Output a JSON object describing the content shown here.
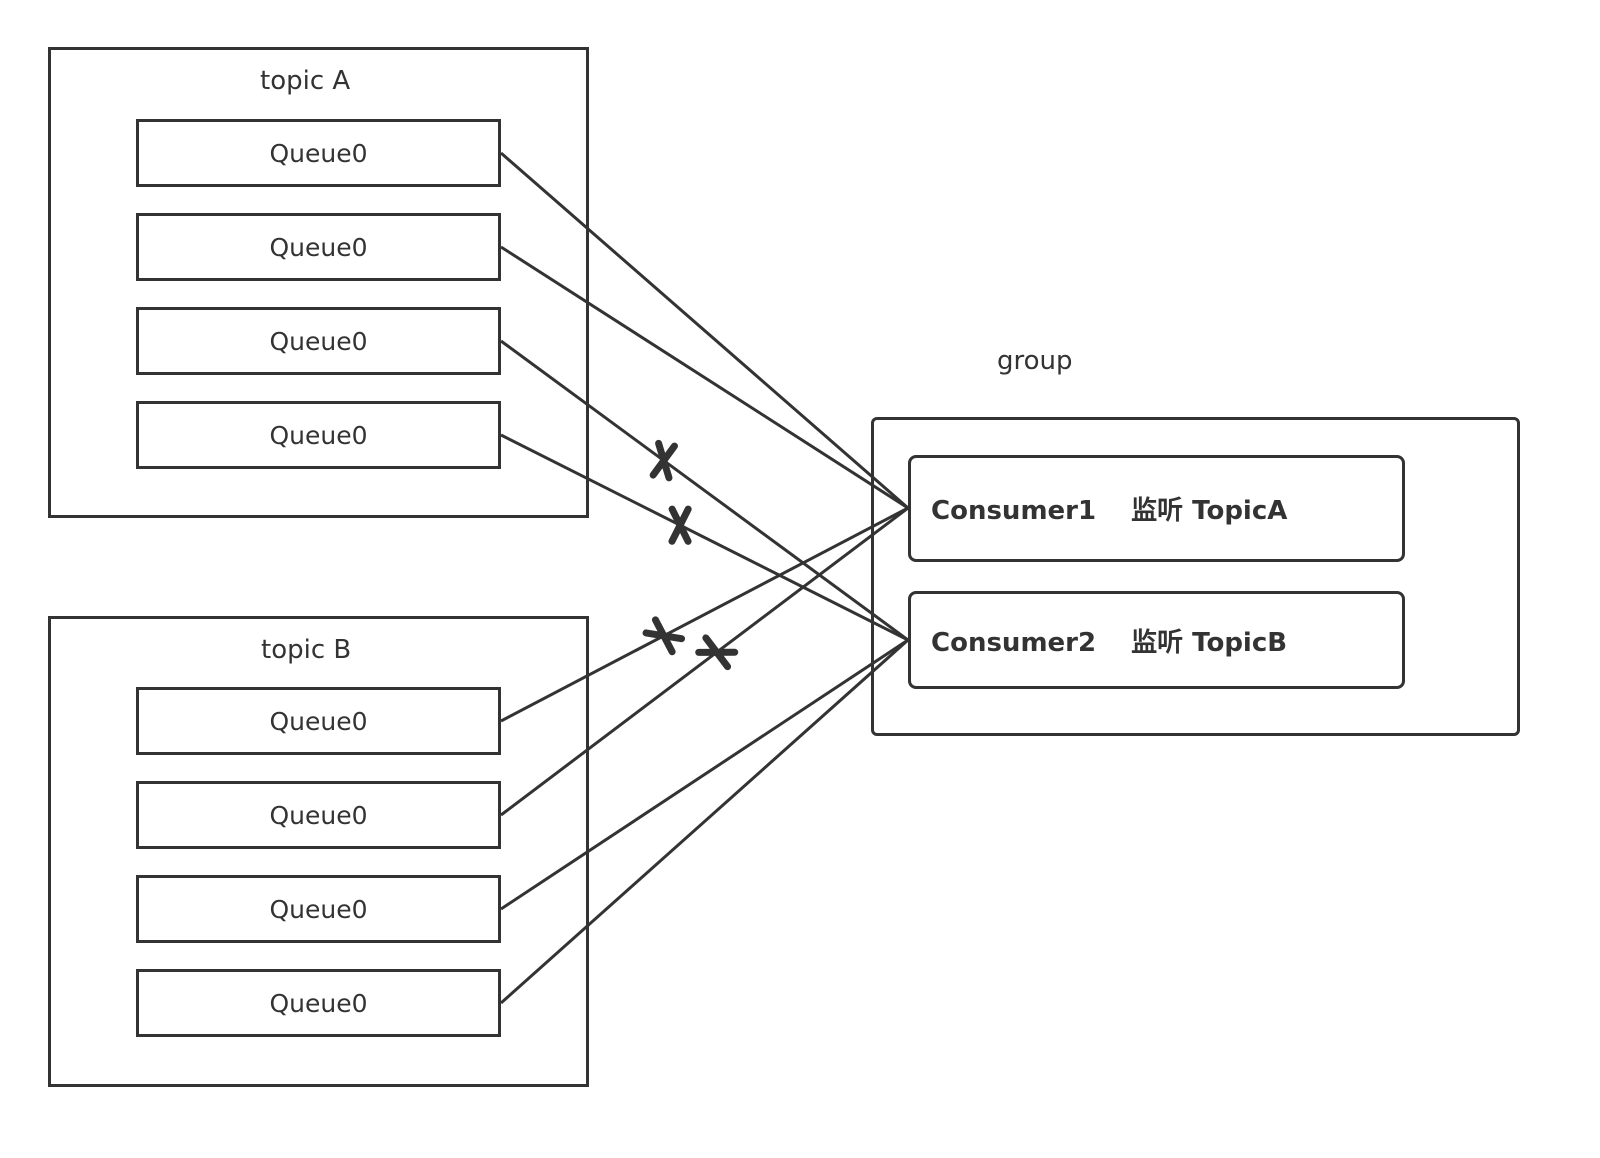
{
  "topics": [
    {
      "id": "a",
      "title": "topic A",
      "queues": [
        "Queue0",
        "Queue0",
        "Queue0",
        "Queue0"
      ]
    },
    {
      "id": "b",
      "title": "topic B",
      "queues": [
        "Queue0",
        "Queue0",
        "Queue0",
        "Queue0"
      ]
    }
  ],
  "group": {
    "title": "group",
    "consumers": [
      {
        "label": "Consumer1　 监听 TopicA"
      },
      {
        "label": "Consumer2　 监听 TopicB"
      }
    ]
  },
  "connections": [
    {
      "from": "a-0",
      "to": "consumer-1",
      "blocked": false
    },
    {
      "from": "a-1",
      "to": "consumer-1",
      "blocked": false
    },
    {
      "from": "a-2",
      "to": "consumer-2",
      "blocked": true
    },
    {
      "from": "a-3",
      "to": "consumer-2",
      "blocked": true
    },
    {
      "from": "b-0",
      "to": "consumer-1",
      "blocked": true
    },
    {
      "from": "b-1",
      "to": "consumer-1",
      "blocked": true
    },
    {
      "from": "b-2",
      "to": "consumer-2",
      "blocked": false
    },
    {
      "from": "b-3",
      "to": "consumer-2",
      "blocked": false
    }
  ],
  "colors": {
    "stroke": "#333333",
    "background": "#ffffff"
  }
}
